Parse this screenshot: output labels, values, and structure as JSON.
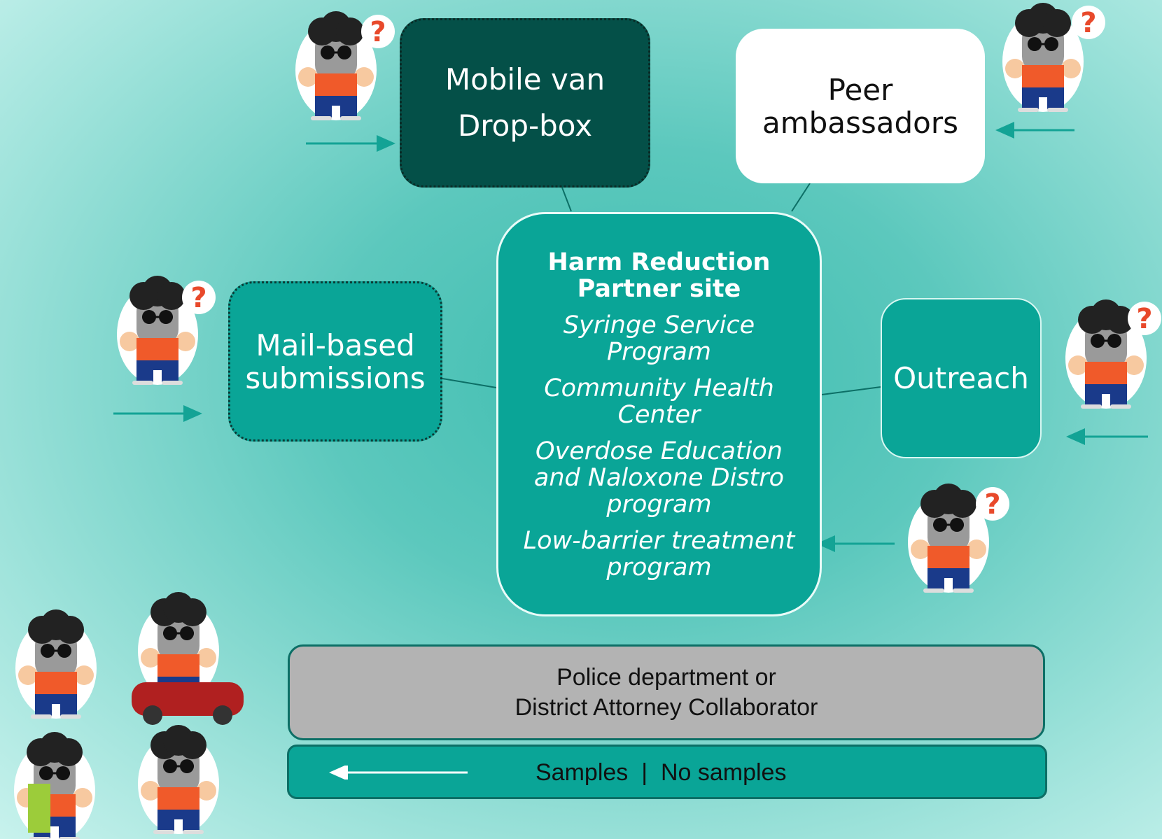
{
  "nodes": {
    "mobile_van": {
      "line1": "Mobile van",
      "line2": "Drop-box"
    },
    "peer": {
      "line1": "Peer",
      "line2": "ambassadors"
    },
    "mail": {
      "line1": "Mail-based",
      "line2": "submissions"
    },
    "outreach": {
      "label": "Outreach"
    },
    "hub": {
      "title_line1": "Harm Reduction",
      "title_line2": "Partner site",
      "items": [
        {
          "line1": "Syringe Service",
          "line2": "Program"
        },
        {
          "line1": "Community Health",
          "line2": "Center"
        },
        {
          "line1": "Overdose Education",
          "line2": "and Naloxone Distro",
          "line3": "program"
        },
        {
          "line1": "Low-barrier treatment",
          "line2": "program"
        }
      ]
    },
    "police": {
      "line1": "Police department or",
      "line2": "District Attorney Collaborator"
    }
  },
  "legend": {
    "samples": "Samples",
    "separator": "|",
    "no_samples": "No samples"
  },
  "colors": {
    "teal": "#0aa597",
    "dark_teal": "#045048",
    "grey": "#b3b3b3",
    "arrow": "#13a395"
  },
  "icons": [
    "confused-person-icon",
    "singing-person-icon",
    "driving-person-icon",
    "vomiting-person-icon",
    "dizzy-person-icon"
  ]
}
